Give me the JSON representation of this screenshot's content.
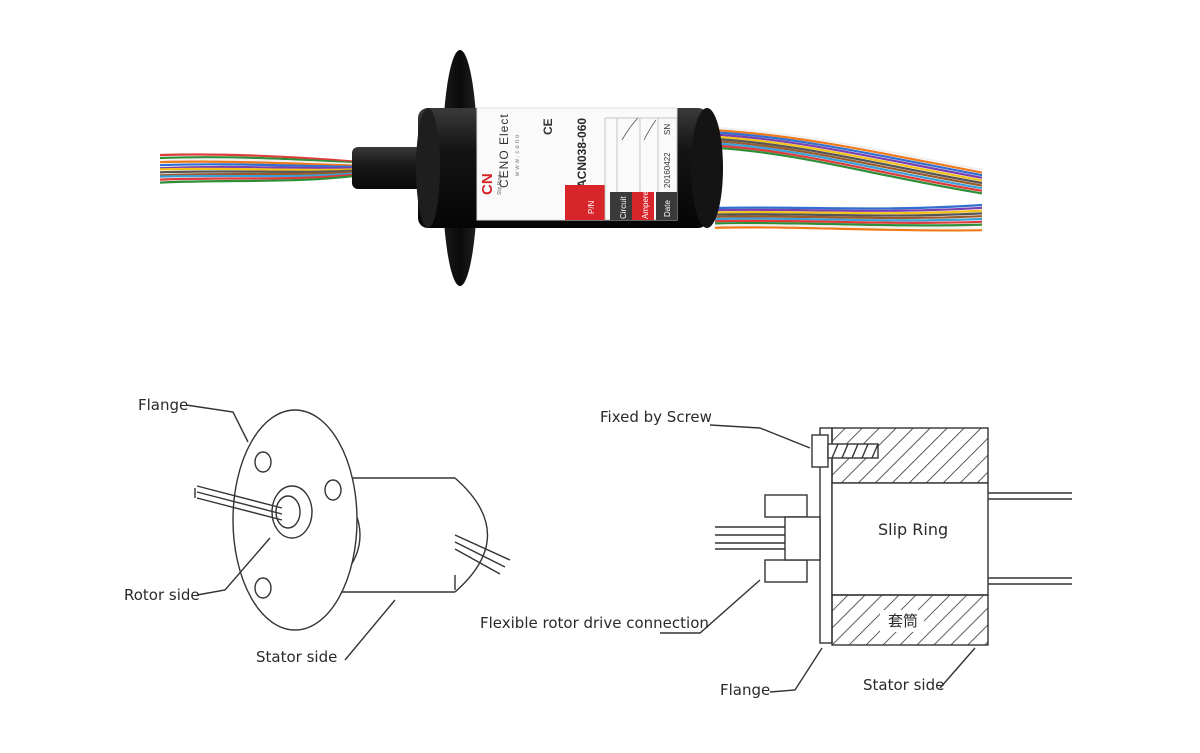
{
  "product_photo": {
    "brand": "CENO Elect",
    "website": "www.ceno",
    "logo_text": "CN",
    "logo_sub": "Slip Ring",
    "ce_mark": "CE",
    "model": "ACN038-060",
    "rows": [
      {
        "label": "P/N",
        "value": ""
      },
      {
        "label": "Circuit",
        "value": ""
      },
      {
        "label": "Ampere",
        "value": ""
      },
      {
        "label": "Date",
        "value": "20160422"
      }
    ],
    "sn_label": "SN",
    "colors": {
      "body": "#111111",
      "sticker_accent": "#d8252a",
      "sticker_dark": "#3a3a3a"
    },
    "wire_colors": [
      "#e03a3a",
      "#2d8f3a",
      "#f0f0f0",
      "#f07a1a",
      "#2f6fd0",
      "#7a3fb0",
      "#f2c21a",
      "#555555",
      "#9a5a2a",
      "#3aa0d8"
    ]
  },
  "perspective_diagram": {
    "labels": {
      "flange": "Flange",
      "rotor_side": "Rotor side",
      "stator_side": "Stator side"
    }
  },
  "section_diagram": {
    "labels": {
      "fixed_by_screw": "Fixed by Screw",
      "slip_ring": "Slip Ring",
      "housing": "套筒",
      "flexible_drive": "Flexible rotor drive connection",
      "flange": "Flange",
      "stator_side": "Stator side"
    }
  }
}
